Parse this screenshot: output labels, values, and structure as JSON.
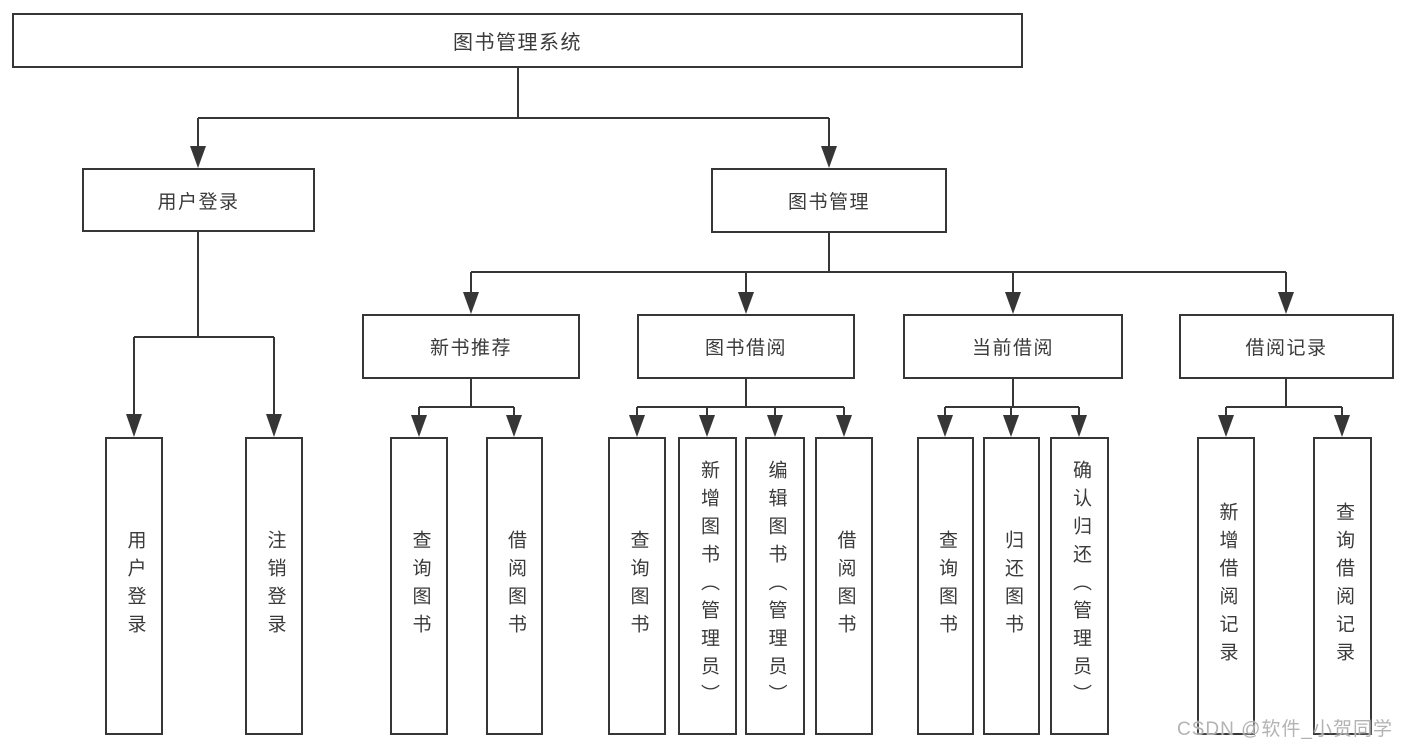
{
  "tree": {
    "label": "图书管理系统",
    "children": [
      {
        "label": "用户登录",
        "children": [
          {
            "label": "用户登录"
          },
          {
            "label": "注销登录"
          }
        ]
      },
      {
        "label": "图书管理",
        "children": [
          {
            "label": "新书推荐",
            "children": [
              {
                "label": "查询图书"
              },
              {
                "label": "借阅图书"
              }
            ]
          },
          {
            "label": "图书借阅",
            "children": [
              {
                "label": "查询图书"
              },
              {
                "label": "新增图书（管理员）"
              },
              {
                "label": "编辑图书（管理员）"
              },
              {
                "label": "借阅图书"
              }
            ]
          },
          {
            "label": "当前借阅",
            "children": [
              {
                "label": "查询图书"
              },
              {
                "label": "归还图书"
              },
              {
                "label": "确认归还（管理员）"
              }
            ]
          },
          {
            "label": "借阅记录",
            "children": [
              {
                "label": "新增借阅记录"
              },
              {
                "label": "查询借阅记录"
              }
            ]
          }
        ]
      }
    ]
  },
  "watermark": "CSDN @软件_小贺同学",
  "colors": {
    "line": "#363636",
    "text": "#3a3a3a",
    "background": "#ffffff",
    "watermark": "#afafaf"
  }
}
